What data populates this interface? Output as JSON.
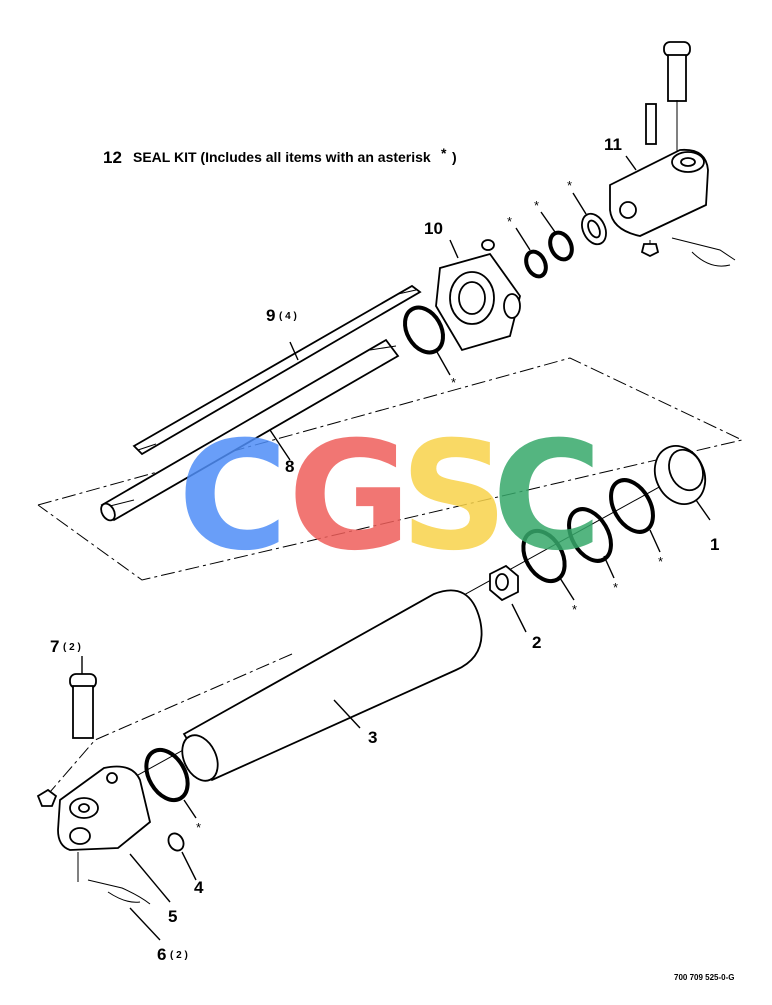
{
  "heading": {
    "number": "12",
    "text": "SEAL KIT  (Includes all items with an asterisk",
    "star": "*",
    "close": ")"
  },
  "callouts": [
    {
      "number": "1",
      "qty": ""
    },
    {
      "number": "2",
      "qty": ""
    },
    {
      "number": "3",
      "qty": ""
    },
    {
      "number": "4",
      "qty": ""
    },
    {
      "number": "5",
      "qty": ""
    },
    {
      "number": "6",
      "qty": "( 2 )"
    },
    {
      "number": "7",
      "qty": "( 2 )"
    },
    {
      "number": "8",
      "qty": ""
    },
    {
      "number": "9",
      "qty": "( 4 )"
    },
    {
      "number": "10",
      "qty": ""
    },
    {
      "number": "11",
      "qty": ""
    }
  ],
  "asterisk": "*",
  "watermark": {
    "letters": [
      "C",
      "G",
      "S",
      "C"
    ],
    "colors": [
      "#4f8ef7",
      "#ef5f5b",
      "#f8d34b",
      "#37a96b"
    ]
  },
  "drawing_number": "700 709 525-0-G"
}
